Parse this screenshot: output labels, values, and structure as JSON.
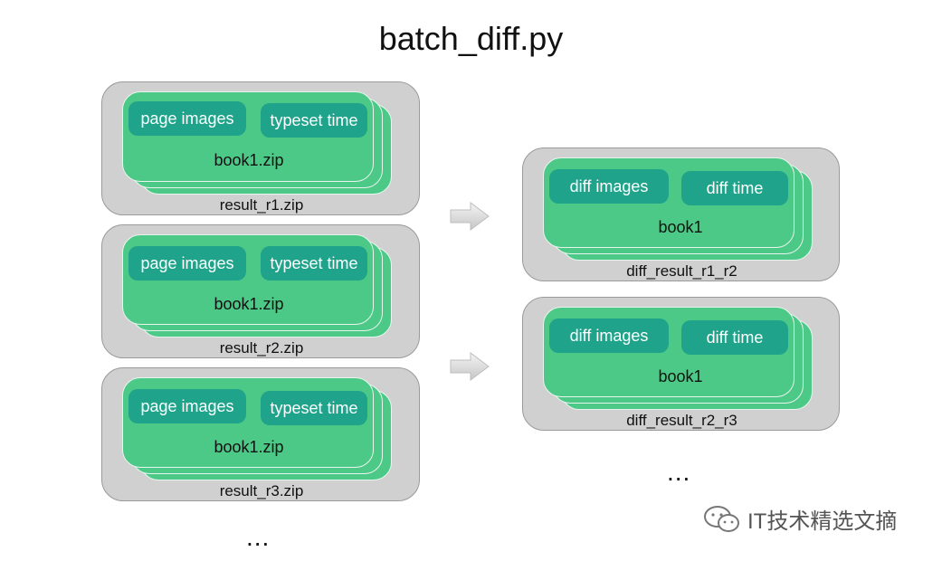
{
  "title": "batch_diff.py",
  "results": [
    {
      "chip1": "page images",
      "chip2": "typeset time",
      "book": "book1.zip",
      "label": "result_r1.zip"
    },
    {
      "chip1": "page images",
      "chip2": "typeset time",
      "book": "book1.zip",
      "label": "result_r2.zip"
    },
    {
      "chip1": "page images",
      "chip2": "typeset time",
      "book": "book1.zip",
      "label": "result_r3.zip"
    }
  ],
  "diffs": [
    {
      "chip1": "diff images",
      "chip2": "diff time",
      "book": "book1",
      "label": "diff_result_r1_r2"
    },
    {
      "chip1": "diff images",
      "chip2": "diff time",
      "book": "book1",
      "label": "diff_result_r2_r3"
    }
  ],
  "ellipsis_left": "...",
  "ellipsis_right": "...",
  "watermark": "IT技术精选文摘",
  "colors": {
    "card": "#4dc987",
    "chip": "#1fa38a",
    "outer": "#d0d0d1"
  }
}
